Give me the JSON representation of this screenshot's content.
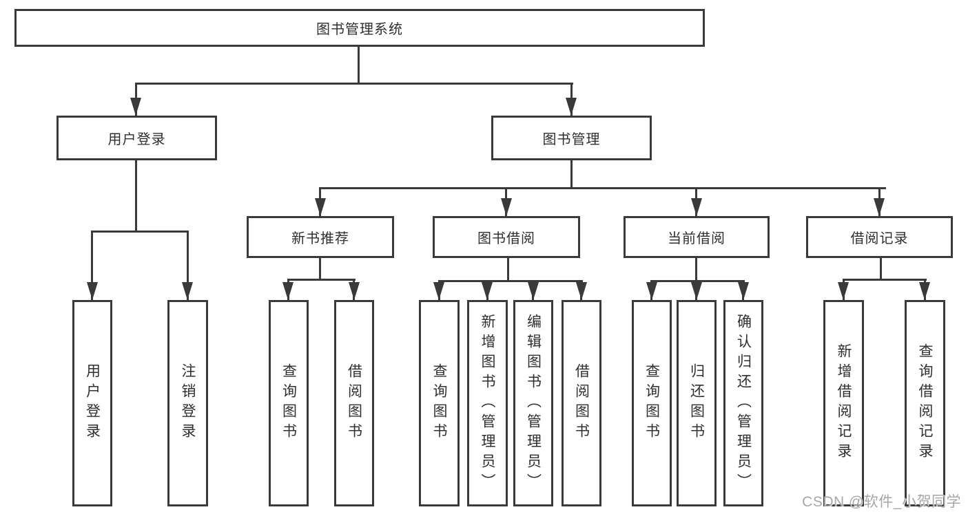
{
  "nodes": {
    "root": "图书管理系统",
    "user_login": "用户登录",
    "book_management": "图书管理",
    "new_book_recommend": "新书推荐",
    "book_borrow": "图书借阅",
    "current_borrow": "当前借阅",
    "borrow_records": "借阅记录",
    "login_children": {
      "user_login": "用户登录",
      "logout": "注销登录"
    },
    "recommend_children": {
      "query_books": "查询图书",
      "borrow_books": "借阅图书"
    },
    "borrow_children": {
      "query_books": "查询图书",
      "add_books": "新增图书（管理员）",
      "edit_books": "编辑图书（管理员）",
      "borrow_books": "借阅图书"
    },
    "current_children": {
      "query_books": "查询图书",
      "return_books": "归还图书",
      "confirm_return": "确认归还（管理员）"
    },
    "records_children": {
      "add_record": "新增借阅记录",
      "query_record": "查询借阅记录"
    }
  },
  "watermark": "CSDN @软件_小贺同学",
  "colors": {
    "line": "#3a3a3a",
    "text": "#2f2f2f",
    "watermark": "#a6a6a6",
    "background": "#ffffff"
  }
}
